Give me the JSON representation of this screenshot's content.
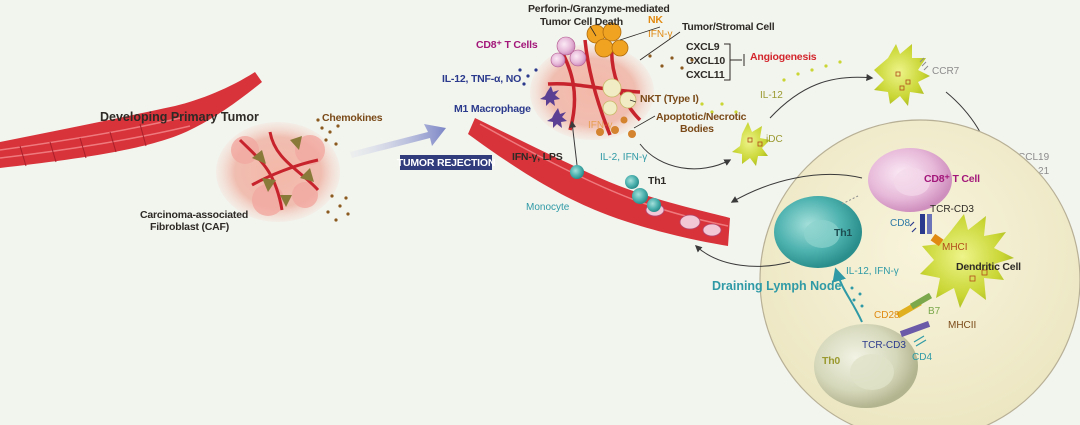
{
  "labels": {
    "developing_primary_tumor": "Developing Primary Tumor",
    "caf": [
      "Carcinoma-associated",
      "Fibroblast (CAF)"
    ],
    "chemokines": "Chemokines",
    "tumor_rejection": "TUMOR REJECTION",
    "perforin": [
      "Perforin-/Granzyme-mediated",
      "Tumor Cell Death"
    ],
    "cd8_t_cells": "CD8⁺ T Cells",
    "il12_tnf_no": "IL-12, TNF-α, NO",
    "m1_macrophage": "M1 Macrophage",
    "nk": "NK",
    "ifn_gamma": "IFN-γ",
    "tumor_stromal_cell": "Tumor/Stromal Cell",
    "cxcl9": "CXCL9",
    "cxcl10": "CXCL10",
    "cxcl11": "CXCL11",
    "angiogenesis": "Angiogenesis",
    "nkt": "NKT (Type I)",
    "apoptotic": [
      "Apoptotic/Necrotic",
      "Bodies"
    ],
    "ifn_lps": "IFN-γ, LPS",
    "il2_ifn": "IL-2, IFN-γ",
    "th1": "Th1",
    "monocyte": "Monocyte",
    "il12": "IL-12",
    "idc": "iDC",
    "ccr7": "CCR7",
    "ccl19": "CCL19",
    "ccl21": "CCL21",
    "cd8_t_cell": "CD8⁺ T Cell",
    "tcr_cd3": "TCR-CD3",
    "cd8": "CD8",
    "mhci": "MHCI",
    "dendritic_cell": "Dendritic Cell",
    "th1_ln": "Th1",
    "il12_ifn_ln": "IL-12, IFN-γ",
    "draining_lymph_node": "Draining Lymph Node",
    "cd28": "CD28",
    "b7": "B7",
    "mhcii": "MHCII",
    "tcr_cd3_th0": "TCR-CD3",
    "cd4": "CD4",
    "th0": "Th0"
  },
  "colors": {
    "vessel": "#d8323a",
    "vessel_dark": "#a8202a",
    "label_dark": "#2e2a26",
    "label_blue": "#2b3a8c",
    "label_magenta": "#a3177a",
    "label_orange": "#e08a12",
    "label_teal": "#2f9aa6",
    "label_brown": "#7a4a18",
    "label_red": "#d3262c",
    "label_olive": "#9a9a30",
    "label_gray": "#8c8c8c",
    "dendritic": "#c9d634",
    "th1_fill": "#4fb3b0",
    "cd8_fill": "#e7b9d9",
    "th0_fill": "#cfd2b0",
    "lymph_node": "#f3efd2"
  }
}
